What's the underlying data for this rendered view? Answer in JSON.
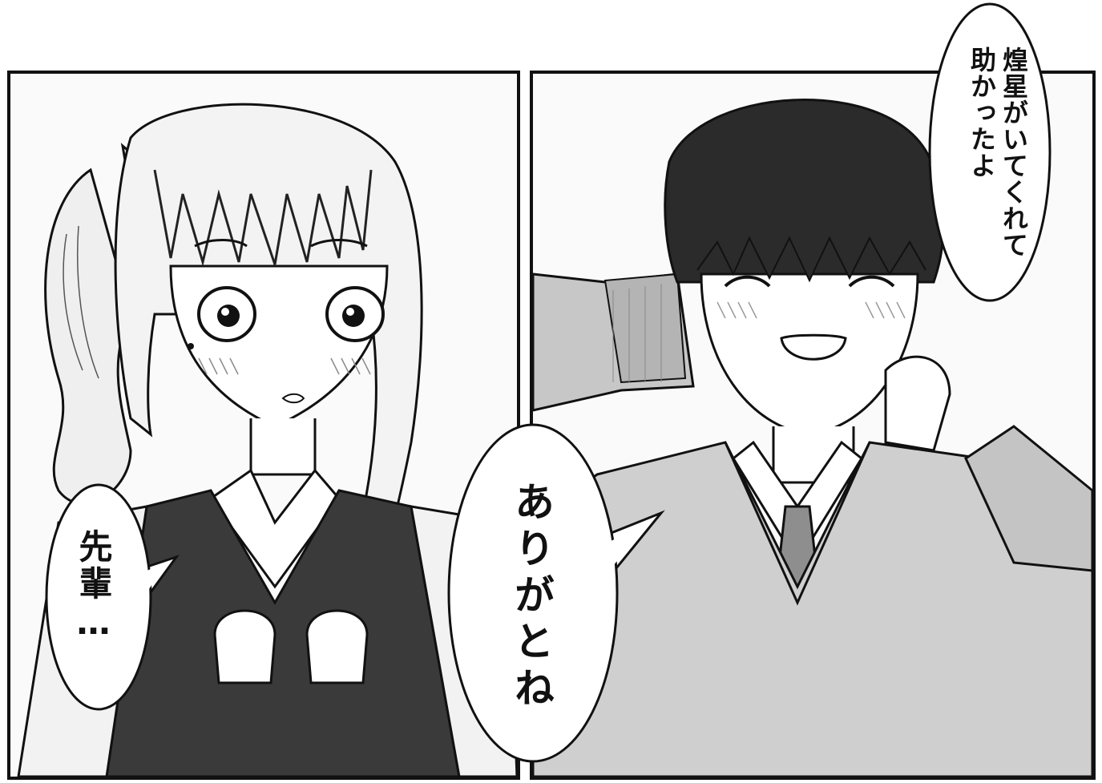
{
  "panels": [
    {
      "id": "left",
      "character": "girl-with-side-ponytail",
      "dialogue": "先輩…"
    },
    {
      "id": "right",
      "character": "boy-smiling",
      "dialogue": [
        "煌星がいてくれて\n助かったよ",
        "ありがとね"
      ]
    }
  ],
  "speech": {
    "boy_line_1": "煌星がいてくれて\n助かったよ",
    "boy_line_2": "ありがとね",
    "girl_line": "先輩…"
  },
  "colors": {
    "ink": "#111111",
    "paper": "#ffffff",
    "screentone": "#bdbdbd",
    "vest": "#3a3a3a"
  }
}
